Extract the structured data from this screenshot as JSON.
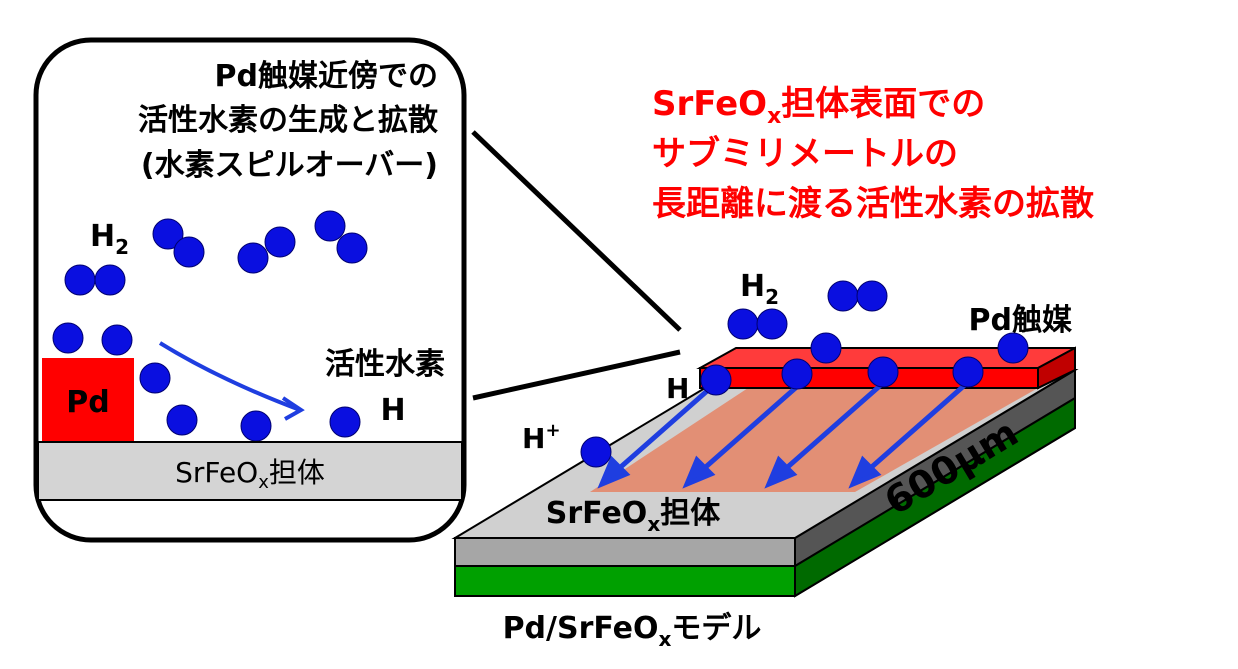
{
  "callout": {
    "lines": [
      "Pd触媒近傍での",
      "活性水素の生成と拡散",
      "(水素スピルオーバー)"
    ],
    "h2": "H",
    "h2_sub": "2",
    "pd_label": "Pd",
    "active_label": "活性水素",
    "h_label": "H",
    "support_text": "SrFeO",
    "support_sub": "x",
    "support_suffix": "担体"
  },
  "headline": {
    "line1_pre": "SrFeO",
    "line1_sub": "x",
    "line1_post": "担体表面での",
    "line2": "サブミリメートルの",
    "line3": "長距離に渡る活性水素の拡散"
  },
  "model": {
    "h2": "H",
    "h2_sub": "2",
    "pd_catalyst": "Pd触媒",
    "h_label": "H",
    "hplus": "H",
    "hplus_sup": "+",
    "support_text": "SrFeO",
    "support_sub": "x",
    "support_suffix": "担体",
    "dimension": "600μm",
    "caption_pre": "Pd/SrFeO",
    "caption_sub": "x",
    "caption_post": "モデル"
  },
  "colors": {
    "hydrogen": "#0a0fe0",
    "pd": "#ff0000",
    "headline": "#ff0000",
    "support_surface": "#e28f75",
    "arrow": "#1f3ee0",
    "substrate": "#00a000"
  }
}
